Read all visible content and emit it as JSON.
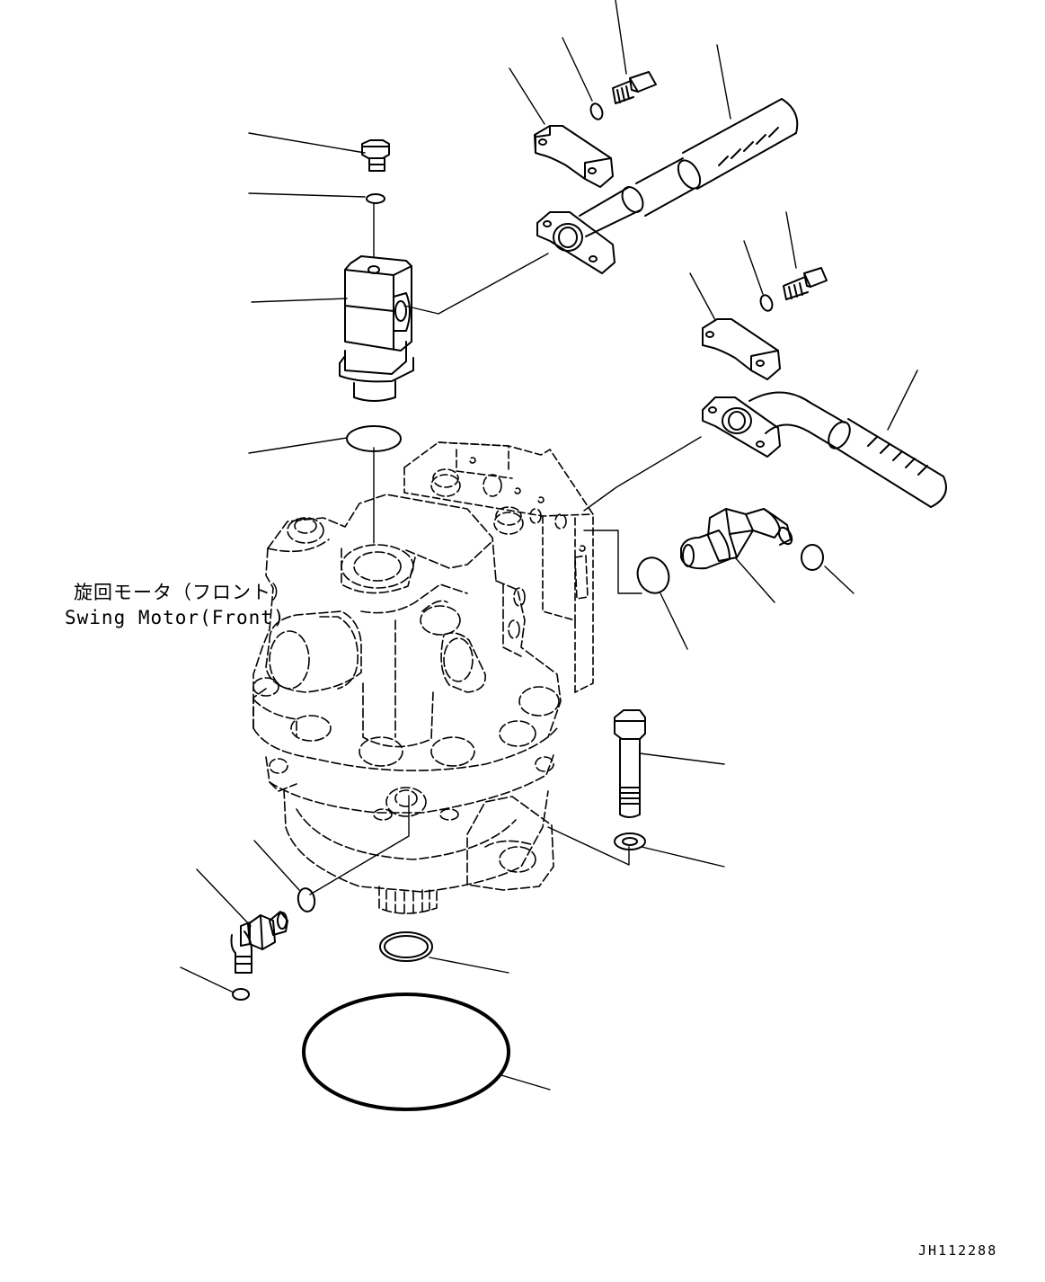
{
  "diagram": {
    "component_label_jp": "旋回モータ（フロント）",
    "component_label_en": "Swing Motor(Front)",
    "drawing_code": "JH112288"
  },
  "colors": {
    "line": "#000000",
    "background": "#ffffff"
  }
}
